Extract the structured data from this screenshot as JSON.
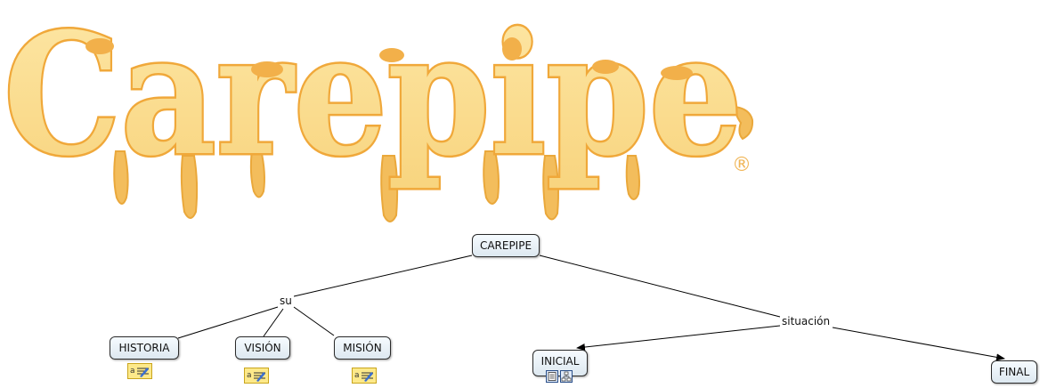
{
  "logo": {
    "text": "Carepipe",
    "registered_mark": "®"
  },
  "concepts": {
    "root": "CAREPIPE",
    "historia": "HISTORIA",
    "vision": "VISIÓN",
    "mision": "MISIÓN",
    "inicial": "INICIAL",
    "final": "FINAL"
  },
  "links": {
    "su": "su",
    "situacion": "situación"
  },
  "icons": {
    "historia_resource": "annotation-icon",
    "vision_resource": "annotation-icon",
    "mision_resource": "annotation-icon",
    "inicial_resource_1": "document-list-icon",
    "inicial_resource_2": "concept-map-icon"
  },
  "colors": {
    "logo_fill": "#fbdf97",
    "logo_shadow": "#f1b24a",
    "node_border": "#2b2b2b",
    "line": "#000000"
  }
}
